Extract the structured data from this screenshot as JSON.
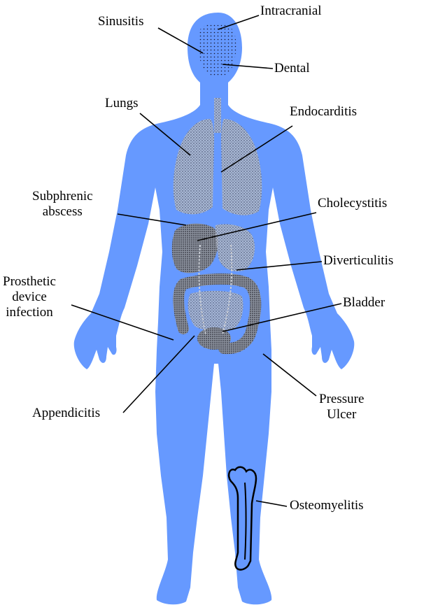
{
  "colors": {
    "body": "#6699ff",
    "organ_fill": "#b0b8c8",
    "organ_stipple": "#2a2a3a",
    "leader_line": "#000000",
    "bone": "#6699ff",
    "bone_outline": "#000000"
  },
  "labels": {
    "sinusitis": "Sinusitis",
    "intracranial": "Intracranial",
    "dental": "Dental",
    "lungs": "Lungs",
    "endocarditis": "Endocarditis",
    "subphrenic_1": "Subphrenic",
    "subphrenic_2": "abscess",
    "cholecystitis": "Cholecystitis",
    "diverticulitis": "Diverticulitis",
    "prosthetic_1": "Prosthetic",
    "prosthetic_2": "device",
    "prosthetic_3": "infection",
    "bladder": "Bladder",
    "appendicitis": "Appendicitis",
    "pressure_1": "Pressure",
    "pressure_2": "Ulcer",
    "osteomyelitis": "Osteomyelitis"
  }
}
